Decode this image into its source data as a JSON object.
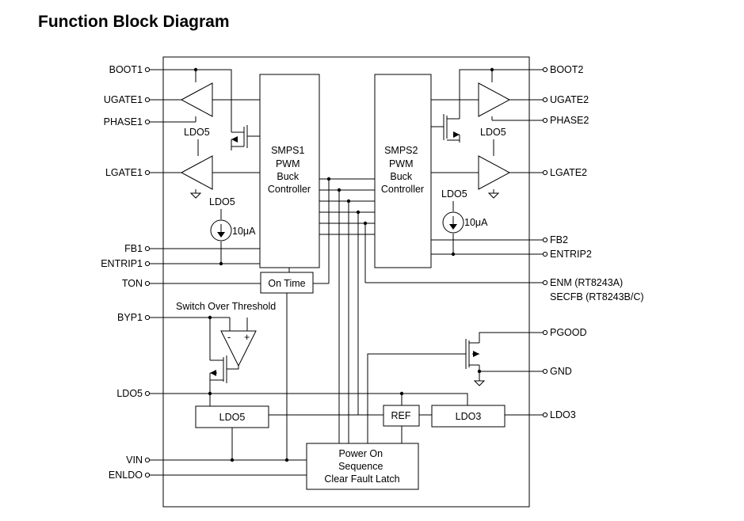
{
  "title": "Function Block Diagram",
  "blocks": {
    "smps1": [
      "SMPS1",
      "PWM",
      "Buck",
      "Controller"
    ],
    "smps2": [
      "SMPS2",
      "PWM",
      "Buck",
      "Controller"
    ],
    "on_time": "On Time",
    "switch_over": "Switch Over Threshold",
    "ldo5_block": "LDO5",
    "ref": "REF",
    "ldo3_block": "LDO3",
    "power_on": [
      "Power On",
      "Sequence",
      "Clear Fault Latch"
    ],
    "current_source_1": "10μA",
    "current_source_2": "10μA"
  },
  "labels": {
    "ldo5_supply": "LDO5",
    "comparator_minus": "-",
    "comparator_plus": "+"
  },
  "pins_left": {
    "boot1": "BOOT1",
    "ugate1": "UGATE1",
    "phase1": "PHASE1",
    "lgate1": "LGATE1",
    "fb1": "FB1",
    "entrip1": "ENTRIP1",
    "ton": "TON",
    "byp1": "BYP1",
    "ldo5": "LDO5",
    "vin": "VIN",
    "enldo": "ENLDO"
  },
  "pins_right": {
    "boot2": "BOOT2",
    "ugate2": "UGATE2",
    "phase2": "PHASE2",
    "lgate2": "LGATE2",
    "fb2": "FB2",
    "entrip2": "ENTRIP2",
    "enm": "ENM (RT8243A)",
    "secfb": "SECFB (RT8243B/C)",
    "pgood": "PGOOD",
    "gnd": "GND",
    "ldo3": "LDO3"
  }
}
